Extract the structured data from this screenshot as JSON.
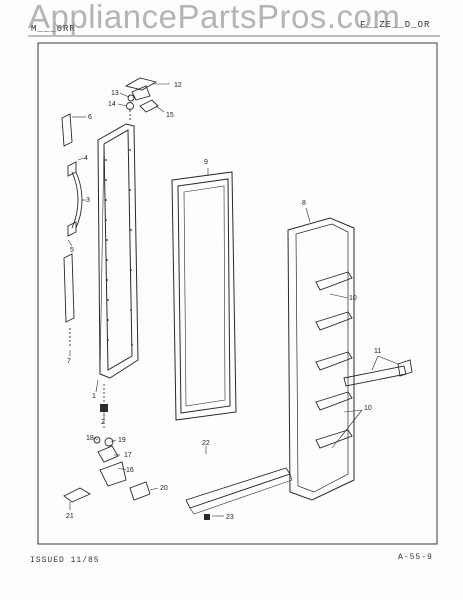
{
  "watermark": "AppliancePartsPros.com",
  "header": {
    "model_fragment": "M___6RR",
    "section_fragment": "F__ZE__D_OR"
  },
  "footer": {
    "issued": "ISSUED 11/85",
    "page_code": "A-55-9"
  },
  "callouts": [
    "1",
    "2",
    "3",
    "4",
    "5",
    "6",
    "7",
    "8",
    "9",
    "10",
    "10",
    "10",
    "11",
    "12",
    "13",
    "14",
    "15",
    "16",
    "17",
    "18",
    "19",
    "20",
    "21",
    "22",
    "23"
  ],
  "colors": {
    "line": "#2a2a2a",
    "frame": "#3a3a3a",
    "watermark": "#8a8a8a"
  }
}
